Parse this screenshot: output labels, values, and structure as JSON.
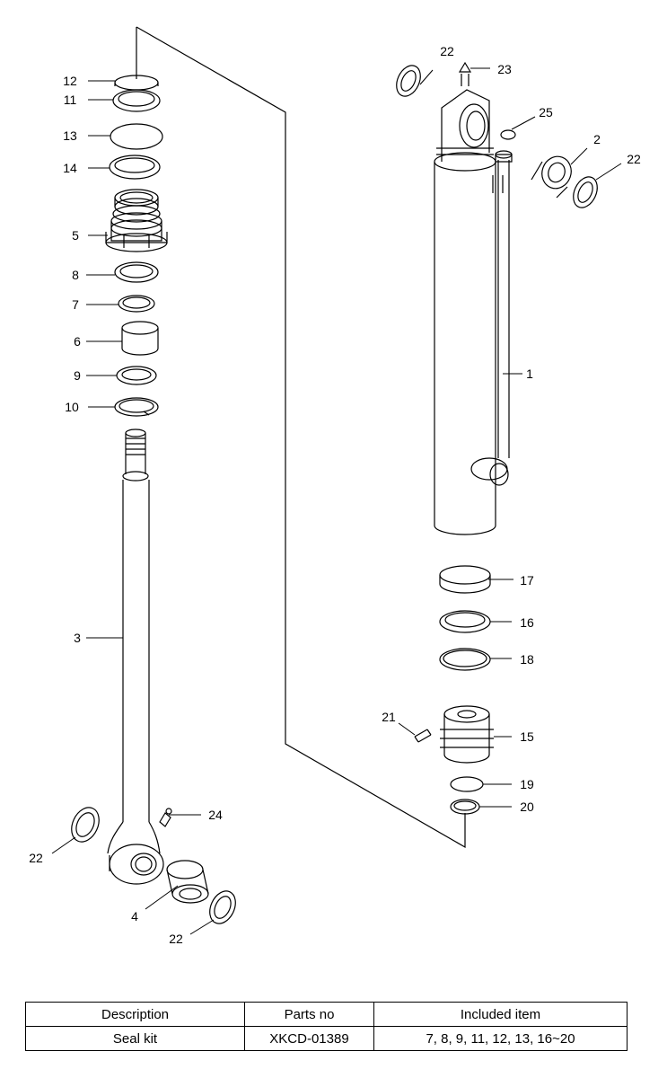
{
  "callouts": {
    "c1": "1",
    "c2": "2",
    "c3": "3",
    "c4": "4",
    "c5": "5",
    "c6": "6",
    "c7": "7",
    "c8": "8",
    "c9": "9",
    "c10": "10",
    "c11": "11",
    "c12": "12",
    "c13": "13",
    "c14": "14",
    "c15": "15",
    "c16": "16",
    "c17": "17",
    "c18": "18",
    "c19": "19",
    "c20": "20",
    "c21": "21",
    "c22": "22",
    "c23": "23",
    "c24": "24",
    "c25": "25"
  },
  "table": {
    "headers": [
      "Description",
      "Parts no",
      "Included item"
    ],
    "rows": [
      [
        "Seal kit",
        "XKCD-01389",
        "7, 8, 9, 11, 12, 13, 16~20"
      ]
    ]
  }
}
